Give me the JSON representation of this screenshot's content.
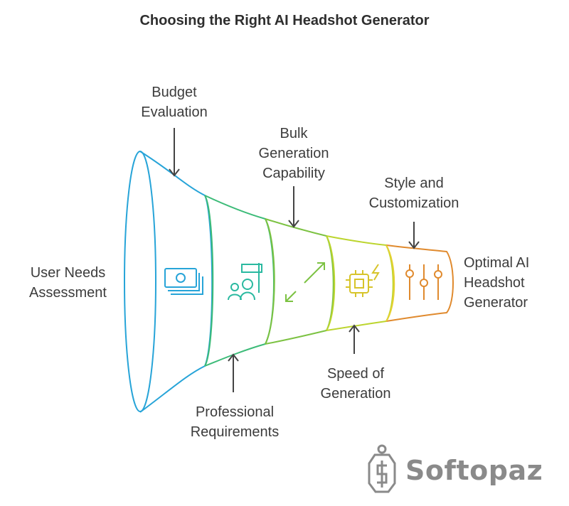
{
  "title": "Choosing the Right AI Headshot Generator",
  "stages": [
    {
      "label_lines": [
        "User Needs",
        "Assessment"
      ],
      "color": "#27a4d8",
      "icon": "money-icon"
    },
    {
      "label_lines": [
        "Professional",
        "Requirements"
      ],
      "color": "#2ab9a0",
      "icon": "team-flag-icon"
    },
    {
      "label_lines": [
        "Budget",
        "Evaluation"
      ],
      "color": "#7cc242",
      "icon": "resize-arrows-icon"
    },
    {
      "label_lines": [
        "Bulk",
        "Generation",
        "Capability"
      ],
      "color": "#b5d334",
      "icon": "processor-bolt-icon"
    },
    {
      "label_lines": [
        "Speed of",
        "Generation"
      ],
      "color": "#e6d132",
      "icon": "sliders-icon"
    },
    {
      "label_lines": [
        "Style and",
        "Customization"
      ],
      "color": "#e08a2e",
      "icon": "sliders-icon"
    }
  ],
  "labels": {
    "user_needs": [
      "User Needs",
      "Assessment"
    ],
    "budget": [
      "Budget",
      "Evaluation"
    ],
    "bulk": [
      "Bulk",
      "Generation",
      "Capability"
    ],
    "style": [
      "Style and",
      "Customization"
    ],
    "optimal": [
      "Optimal AI",
      "Headshot",
      "Generator"
    ],
    "professional": [
      "Professional",
      "Requirements"
    ],
    "speed": [
      "Speed of",
      "Generation"
    ]
  },
  "watermark": {
    "text": "Softopaz",
    "icon": "softopaz-logo-icon"
  }
}
